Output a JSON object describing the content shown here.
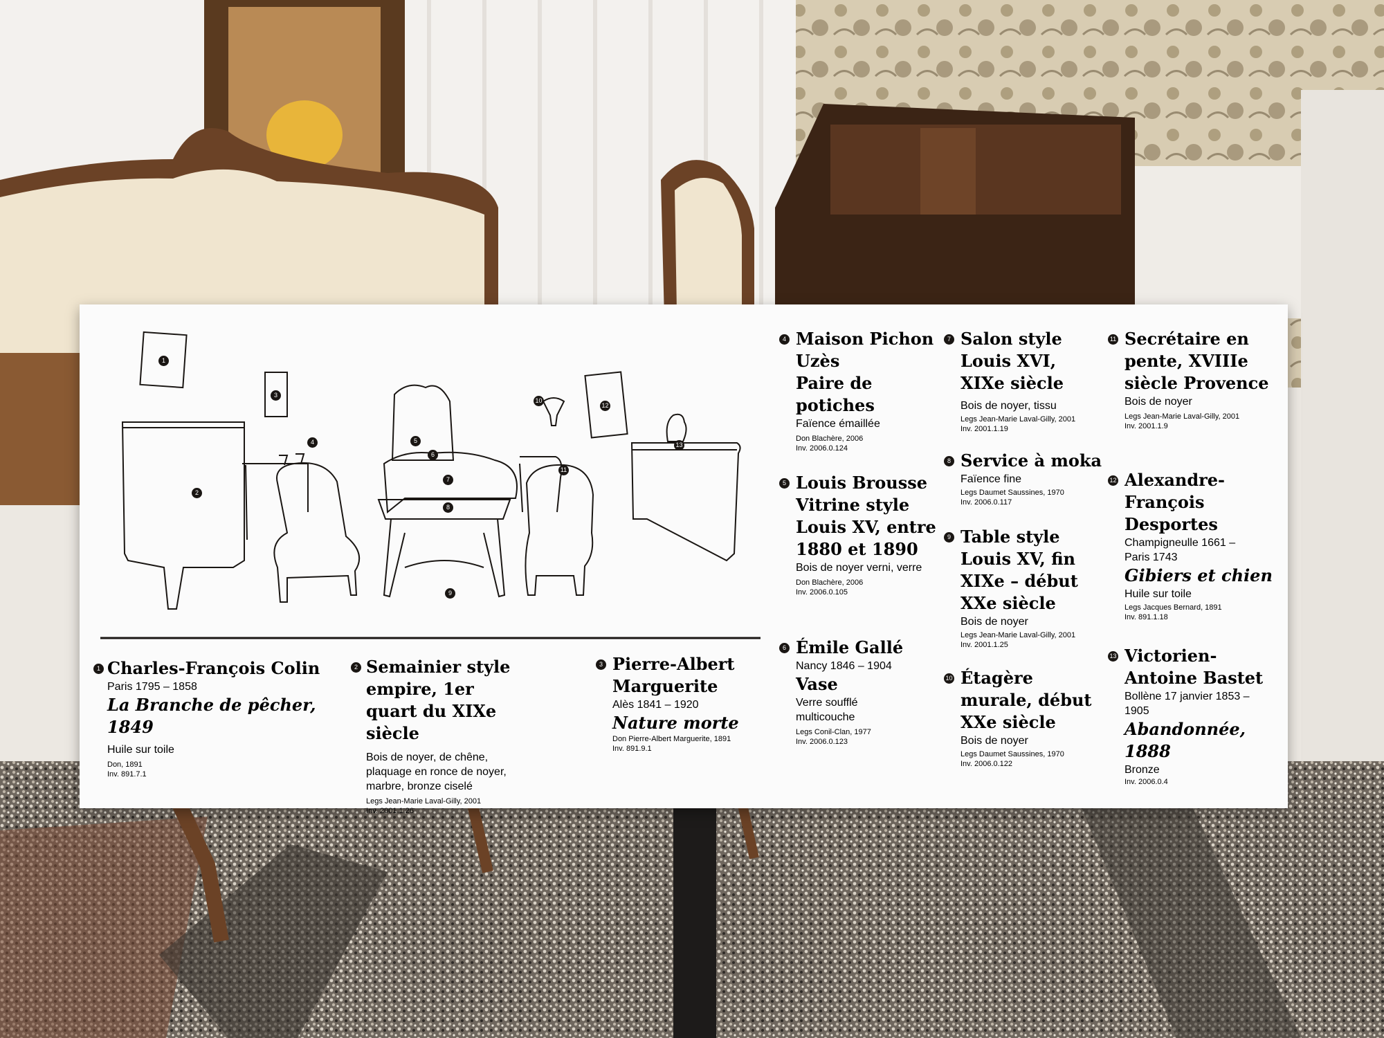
{
  "colors": {
    "panel": "#fbfbfb",
    "ink": "#1a1613",
    "wallpaper": "#cfc3a6",
    "curtain": "#f1efec",
    "floor": "#8a8075",
    "wood": "#6b4226"
  },
  "items": [
    {
      "n": "1",
      "title": "Charles-François Colin",
      "sub": "Paris 1795 – 1858",
      "work": "La Branche de pêcher, 1849",
      "material": "Huile sur toile",
      "credit": "Don, 1891",
      "inv": "Inv. 891.7.1"
    },
    {
      "n": "2",
      "title": "Semainier style empire, 1er quart du XIXe siècle",
      "material": "Bois de noyer, de chêne, plaquage en ronce de noyer, marbre, bronze ciselé",
      "credit": "Legs Jean-Marie Laval-Gilly, 2001",
      "inv": "Inv. 2001.1.26"
    },
    {
      "n": "3",
      "title": "Pierre-Albert Marguerite",
      "sub": "Alès 1841 – 1920",
      "work": "Nature morte",
      "credit": "Don Pierre-Albert Marguerite, 1891",
      "inv": "Inv. 891.9.1"
    },
    {
      "n": "4",
      "title": "Maison Pichon Uzès",
      "title2": "Paire de potiches",
      "material": "Faïence émaillée",
      "credit": "Don Blachère, 2006",
      "inv": "Inv. 2006.0.124"
    },
    {
      "n": "5",
      "title": "Louis Brousse",
      "title2": "Vitrine style Louis XV, entre 1880 et 1890",
      "material": "Bois de noyer verni, verre",
      "credit": "Don Blachère, 2006",
      "inv": "Inv. 2006.0.105"
    },
    {
      "n": "6",
      "title": "Émile Gallé",
      "sub": "Nancy 1846 – 1904",
      "title2": "Vase",
      "material": "Verre soufflé multicouche",
      "credit": "Legs Conil-Clan, 1977",
      "inv": "Inv. 2006.0.123"
    },
    {
      "n": "7",
      "title": "Salon style Louis XVI, XIXe siècle",
      "material": "Bois de noyer, tissu",
      "credit": "Legs Jean-Marie Laval-Gilly, 2001",
      "inv": "Inv. 2001.1.19"
    },
    {
      "n": "8",
      "title": "Service à moka",
      "material": "Faïence fine",
      "credit": "Legs Daumet Saussines, 1970",
      "inv": "Inv. 2006.0.117"
    },
    {
      "n": "9",
      "title": "Table style Louis XV, fin XIXe – début XXe siècle",
      "material": "Bois de noyer",
      "credit": "Legs Jean-Marie Laval-Gilly, 2001",
      "inv": "Inv. 2001.1.25"
    },
    {
      "n": "10",
      "title": "Étagère murale, début XXe siècle",
      "material": "Bois de noyer",
      "credit": "Legs Daumet Saussines, 1970",
      "inv": "Inv. 2006.0.122"
    },
    {
      "n": "11",
      "title": "Secrétaire en pente, XVIIIe siècle Provence",
      "material": "Bois de noyer",
      "credit": "Legs Jean-Marie Laval-Gilly, 2001",
      "inv": "Inv. 2001.1.9"
    },
    {
      "n": "12",
      "title": "Alexandre-François Desportes",
      "sub": "Champigneulle 1661 – Paris 1743",
      "work": "Gibiers et chien",
      "material": "Huile sur toile",
      "credit": "Legs Jacques Bernard, 1891",
      "inv": "Inv. 891.1.18"
    },
    {
      "n": "13",
      "title": "Victorien-Antoine Bastet",
      "sub": "Bollène 17 janvier 1853 – 1905",
      "work": "Abandonnée, 1888",
      "material": "Bronze",
      "inv": "Inv. 2006.0.4"
    }
  ]
}
